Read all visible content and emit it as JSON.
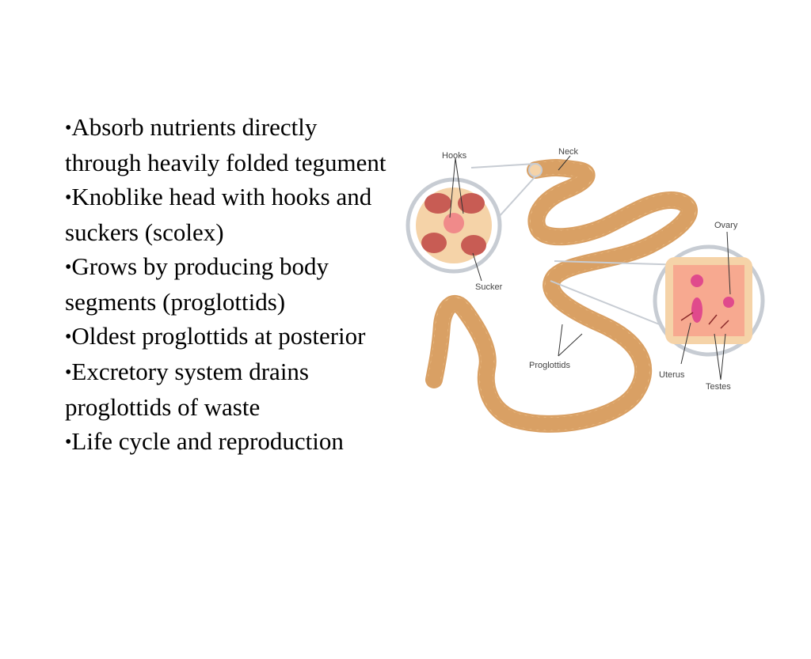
{
  "bullets": [
    "Absorb nutrients directly through heavily folded tegument",
    "Knoblike head with hooks and suckers (scolex)",
    "Grows by producing body segments (proglottids)",
    "Oldest proglottids at posterior",
    "Excretory system drains proglottids of waste",
    "Life cycle and reproduction"
  ],
  "bullet_glyph": "•",
  "diagram": {
    "labels": {
      "hooks": "Hooks",
      "neck": "Neck",
      "sucker": "Sucker",
      "ovary": "Ovary",
      "proglottids": "Proglottids",
      "uterus": "Uterus",
      "testes": "Testes"
    }
  },
  "colors": {
    "body": "#f0c48e",
    "body_dark": "#d9a064",
    "sucker": "#c85c54",
    "inset_ring": "#c7ccd3",
    "organ": "#e04a8c"
  }
}
